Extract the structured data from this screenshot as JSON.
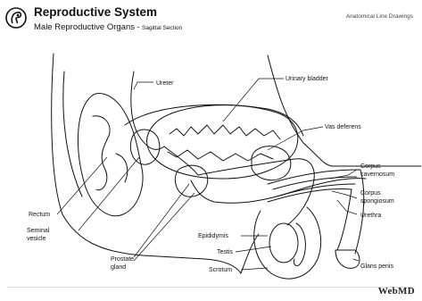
{
  "header": {
    "title": "Reproductive System",
    "subtitle_main": "Male Reproductive Organs",
    "subtitle_sep": " - ",
    "subtitle_detail": "Sagittal Section",
    "series": "Anatomical Line Drawings",
    "logo_icon": "reproductive-system-emblem-icon"
  },
  "labels": {
    "ureter": "Ureter",
    "urinary_bladder": "Urinary bladder",
    "vas_deferens": "Vas deferens",
    "corpus_cavernosum_1": "Corpus",
    "corpus_cavernosum_2": "cavernosum",
    "corpus_spongiosum_1": "Corpus",
    "corpus_spongiosum_2": "spongiosum",
    "urethra": "Urethra",
    "rectum": "Rectum",
    "seminal_vesicle_1": "Seminal",
    "seminal_vesicle_2": "vesicle",
    "prostate_gland_1": "Prostate",
    "prostate_gland_2": "gland",
    "epididymis": "Epididymis",
    "testis": "Testis",
    "scrotum": "Scrotum",
    "glans_penis": "Glans penis"
  },
  "footer": {
    "brand": "WebMD"
  }
}
